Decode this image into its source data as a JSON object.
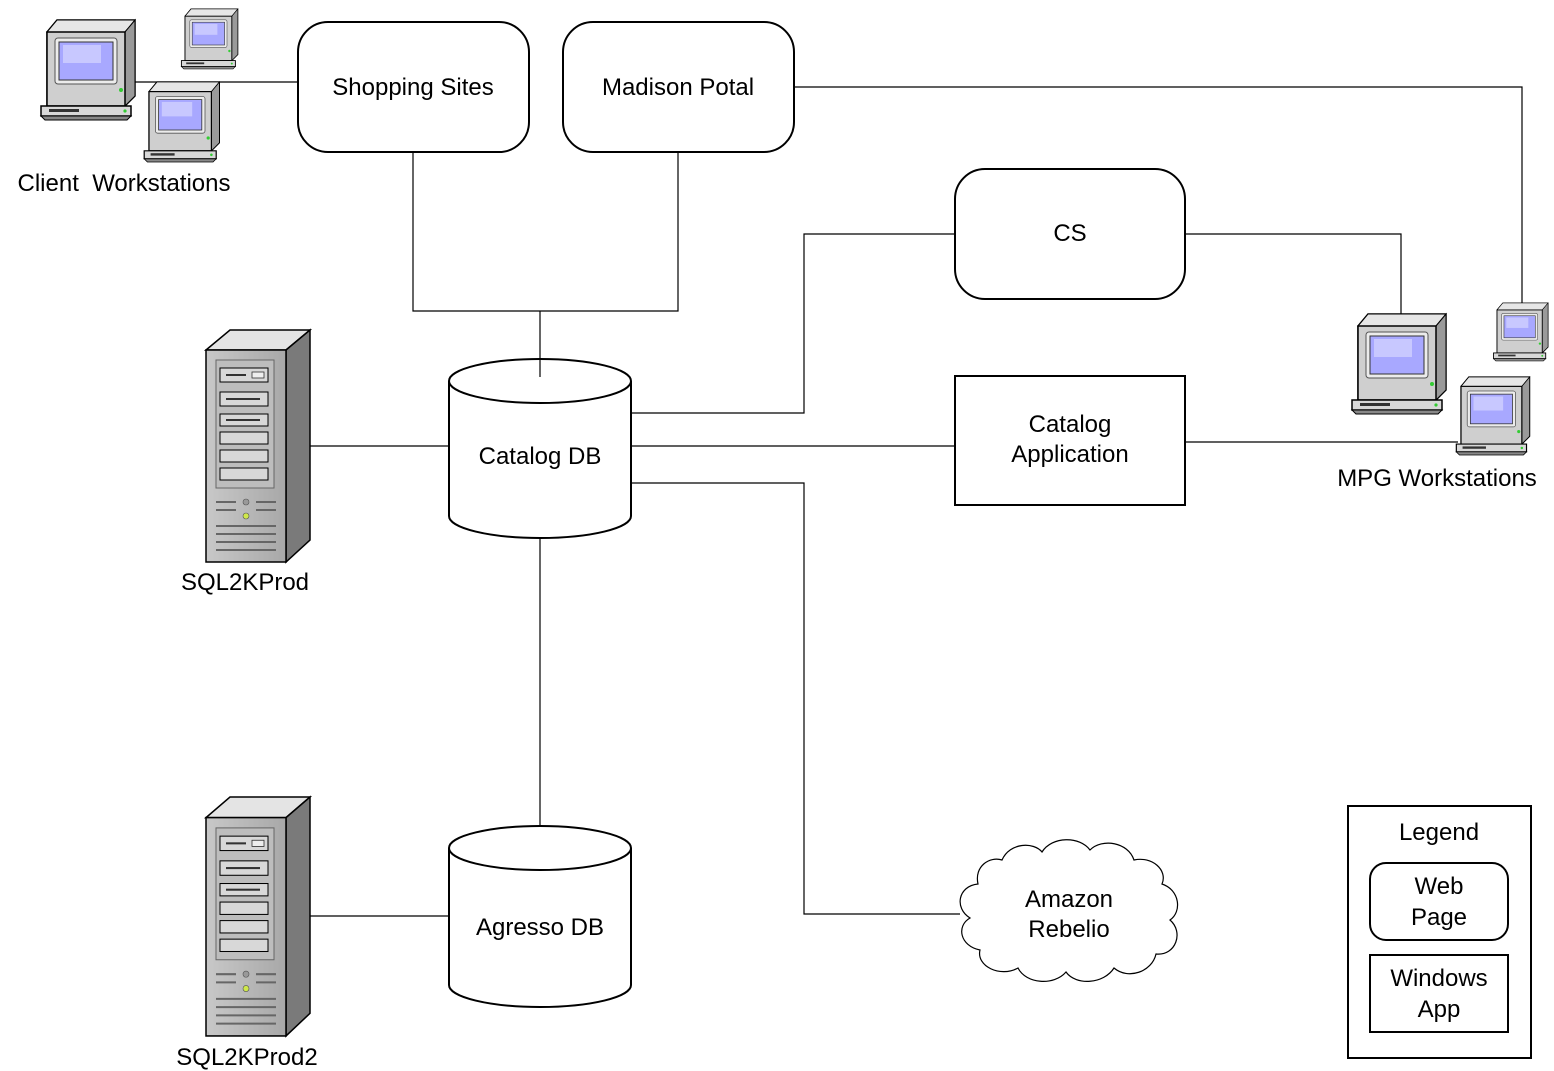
{
  "nodes": {
    "client_workstations": "Client  Workstations",
    "shopping_sites": "Shopping Sites",
    "madison_portal": "Madison Potal",
    "cs": "CS",
    "catalog_db": "Catalog DB",
    "catalog_app_line1": "Catalog",
    "catalog_app_line2": "Application",
    "mpg_workstations": "MPG Workstations",
    "sql2kprod": "SQL2KProd",
    "sql2kprod2": "SQL2KProd2",
    "agresso_db": "Agresso DB",
    "amazon_line1": "Amazon",
    "amazon_line2": "Rebelio"
  },
  "legend": {
    "title": "Legend",
    "web_line1": "Web",
    "web_line2": "Page",
    "win_line1": "Windows",
    "win_line2": "App"
  },
  "icons": {
    "workstation": "desktop-computer-icon",
    "server": "tower-server-icon",
    "database": "database-cylinder-icon",
    "cloud": "cloud-icon"
  }
}
